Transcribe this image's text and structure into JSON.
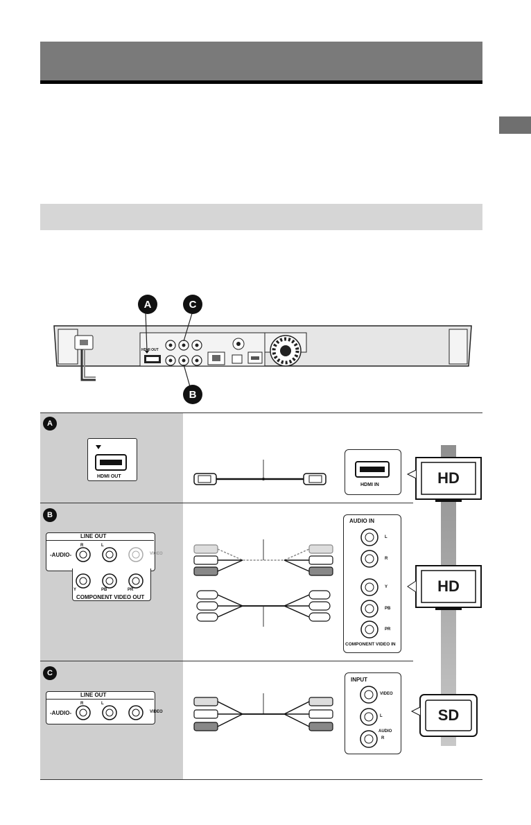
{
  "markers": {
    "a": "A",
    "b": "B",
    "c": "C"
  },
  "player_labels": {
    "hdmi_out": "HDMI OUT"
  },
  "hdmi_panel": {
    "label": "HDMI OUT"
  },
  "tv_hdmi": {
    "label": "HDMI IN"
  },
  "line_out_panel_b": {
    "title": "LINE OUT",
    "audio": "-AUDIO-",
    "r": "R",
    "l": "L",
    "video": "VIDEO",
    "y": "Y",
    "pb": "PB",
    "pr": "PR",
    "component": "COMPONENT VIDEO OUT"
  },
  "tv_audio_component": {
    "audio_in": "AUDIO IN",
    "l": "L",
    "r": "R",
    "y": "Y",
    "pb": "PB",
    "pr": "PR",
    "component_in": "COMPONENT VIDEO IN"
  },
  "line_out_panel_c": {
    "title": "LINE OUT",
    "audio": "-AUDIO-",
    "r": "R",
    "l": "L",
    "video": "VIDEO"
  },
  "tv_input": {
    "input": "INPUT",
    "video": "VIDEO",
    "l": "L",
    "audio": "AUDIO",
    "r": "R"
  },
  "tvs": {
    "tv1": "HD",
    "tv2": "HD",
    "tv3": "SD"
  },
  "colors": {
    "header_bar": "#7a7a7a",
    "sub_bar": "#d6d6d6",
    "cell_grey": "#cfcfcf"
  }
}
